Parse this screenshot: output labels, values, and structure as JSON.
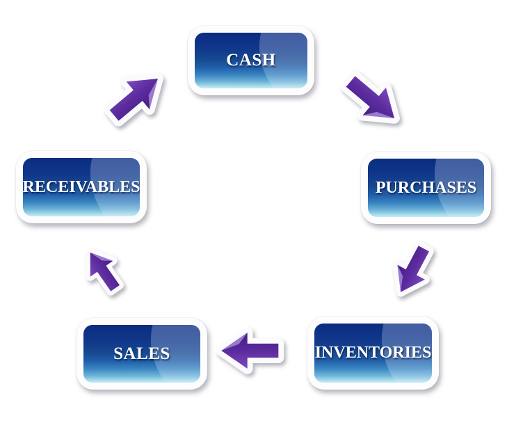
{
  "diagram": {
    "type": "cycle",
    "nodes": [
      {
        "id": "cash",
        "label": "CASH"
      },
      {
        "id": "purchases",
        "label": "PURCHASES"
      },
      {
        "id": "inventories",
        "label": "INVENTORIES"
      },
      {
        "id": "sales",
        "label": "SALES"
      },
      {
        "id": "receivables",
        "label": "RECEIVABLES"
      }
    ],
    "edges": [
      {
        "from": "cash",
        "to": "purchases",
        "direction": "down-right"
      },
      {
        "from": "purchases",
        "to": "inventories",
        "direction": "down-left"
      },
      {
        "from": "inventories",
        "to": "sales",
        "direction": "left"
      },
      {
        "from": "sales",
        "to": "receivables",
        "direction": "up-left"
      },
      {
        "from": "receivables",
        "to": "cash",
        "direction": "up-right"
      }
    ],
    "colors": {
      "box_blue_top": "#11388b",
      "box_blue_bottom": "#a8dcec",
      "box_border": "#fdfdfe",
      "arrow_purple": "#5b2b9d",
      "arrow_outline": "#fbfafc",
      "label_text": "#ffffff",
      "background": "#ffffff"
    }
  }
}
